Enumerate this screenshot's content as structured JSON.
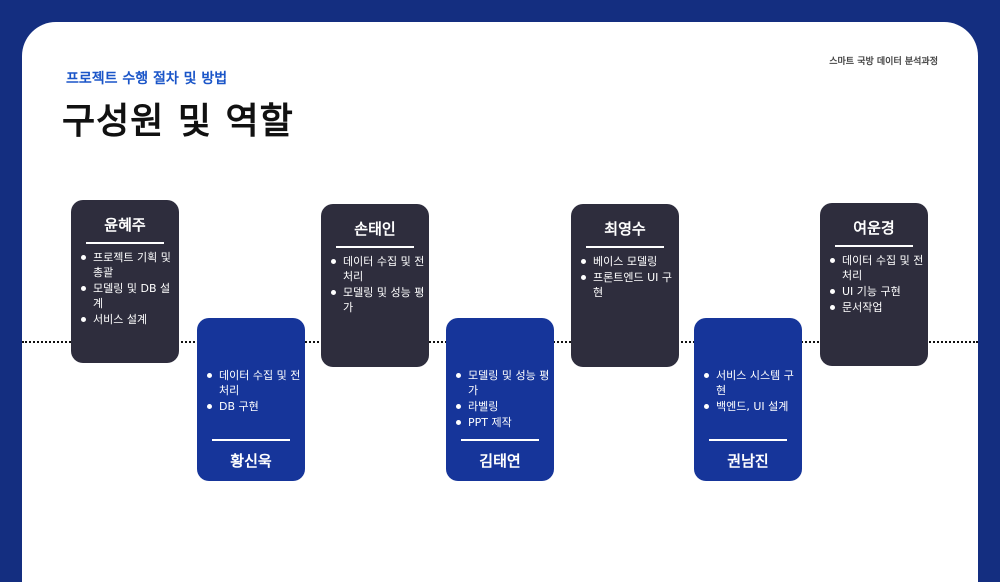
{
  "header": {
    "course": "스마트 국방 데이터 분석과정",
    "subtitle": "프로젝트 수행 절차 및 방법",
    "title": "구성원 및 역할"
  },
  "members": [
    {
      "name": "윤혜주",
      "roles": [
        "프로젝트 기획 및 총괄",
        "모델링 및 DB 설계",
        "서비스 설계"
      ]
    },
    {
      "name": "황신욱",
      "roles": [
        "데이터 수집 및 전처리",
        "DB 구현"
      ]
    },
    {
      "name": "손태인",
      "roles": [
        "데이터 수집 및 전처리",
        "모델링 및 성능 평가"
      ]
    },
    {
      "name": "김태연",
      "roles": [
        "모델링 및 성능 평가",
        "라벨링",
        "PPT 제작"
      ]
    },
    {
      "name": "최영수",
      "roles": [
        "베이스 모델링",
        "프론트엔드 UI 구현"
      ]
    },
    {
      "name": "권남진",
      "roles": [
        "서비스 시스템 구현",
        "백엔드, UI 설계"
      ]
    },
    {
      "name": "여운경",
      "roles": [
        "데이터 수집 및 전처리",
        "UI 기능 구현",
        "문서작업"
      ]
    }
  ]
}
